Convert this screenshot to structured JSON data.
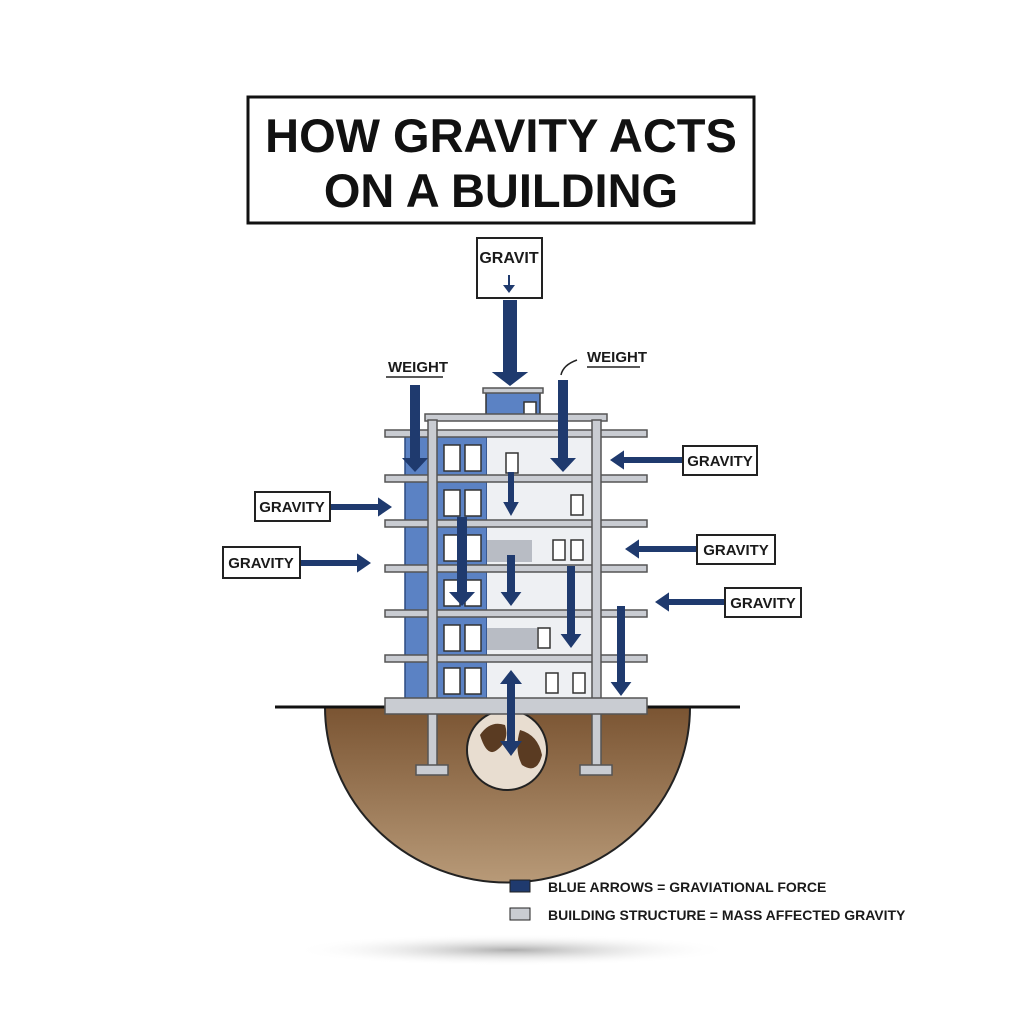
{
  "title": {
    "line1": "HOW GRAVITY ACTS",
    "line2": "ON A BUILDING"
  },
  "labels": {
    "top_box": "GRAVIT",
    "weight_left": "WEIGHT",
    "weight_right": "WEIGHT",
    "gravity_left_1": "GRAVITY",
    "gravity_left_2": "GRAVITY",
    "gravity_right_1": "GRAVITY",
    "gravity_right_2": "GRAVITY",
    "gravity_right_3": "GRAVITY"
  },
  "legend": [
    {
      "text": "BLUE ARROWS = GRAVIATIONAL FORCE",
      "color": "#1f3a6e"
    },
    {
      "text": "BUILDING STRUCTURE = MASS AFFECTED GRAVITY",
      "color": "#c9ccd2"
    }
  ],
  "colors": {
    "arrow": "#1f3a6e",
    "facade": "#5b82c4",
    "soil": "#8a6440",
    "structure": "#c9ccd2"
  }
}
